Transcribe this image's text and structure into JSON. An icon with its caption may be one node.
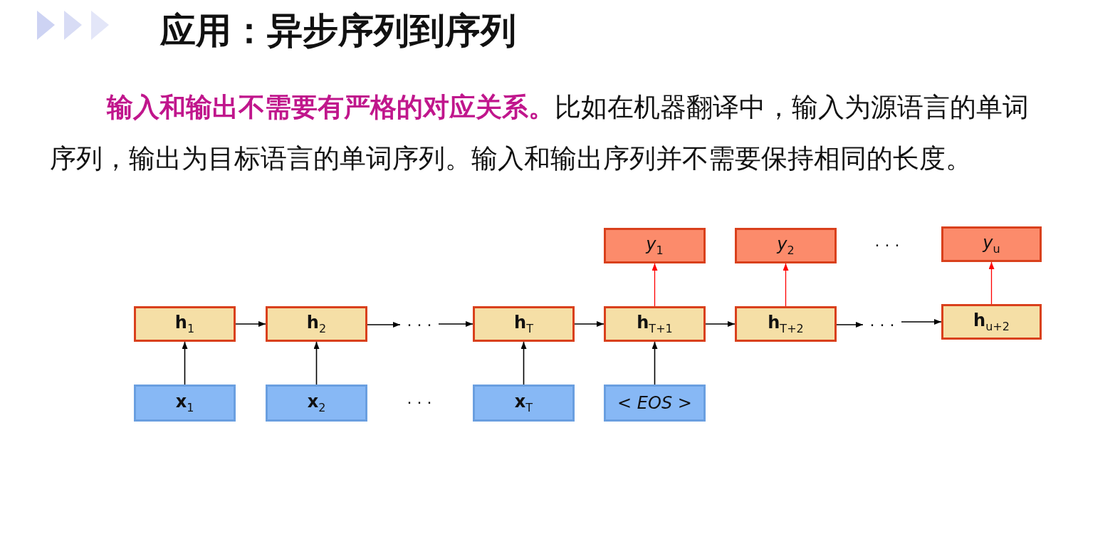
{
  "diagram": {
    "title": "应用：异步序列到序列",
    "nodes": [
      {
        "text": [
          "*y*$_{1}$"
        ]
      },
      {
        "text": [
          "*y*$_{2}$"
        ]
      },
      {
        "text": [
          "*y*$_{u}$"
        ]
      },
      {
        "text": [
          "**h**$_{1}$"
        ]
      },
      {
        "text": [
          "**h**$_{2}$"
        ]
      },
      {
        "text": [
          "· · ·"
        ]
      },
      {
        "text": [
          "**h**$_{T}$"
        ]
      },
      {
        "text": [
          "**h**$_{T+1}$"
        ]
      },
      {
        "text": [
          "**h**$_{T+2}$"
        ]
      },
      {
        "text": [
          "· · ·"
        ]
      },
      {
        "text": [
          "**h**$_{u+2}$"
        ]
      },
      {
        "text": [
          "**x**$_{1}$"
        ]
      },
      {
        "text": [
          "**x**$_{2}$"
        ]
      },
      {
        "text": [
          "**x**$_{T}$"
        ]
      },
      {
        "text": [
          "< *EOS* >"
        ]
      }
    ],
    "edges": [
      {
        "from": 7,
        "to": 0,
        "arrow": "to",
        "color": "#ff0000"
      },
      {
        "from": 8,
        "to": 1,
        "arrow": "to",
        "color": "#ff0000"
      },
      {
        "from": 10,
        "to": 2,
        "arrow": "to",
        "color": "#ff0000"
      },
      {
        "from": 3,
        "to": 4,
        "arrow": "to"
      },
      {
        "from": 4,
        "to": 5,
        "arrow": "to"
      },
      {
        "from": 5,
        "to": 6,
        "arrow": "to"
      },
      {
        "from": 6,
        "to": 7,
        "arrow": "to"
      },
      {
        "from": 7,
        "to": 8,
        "arrow": "to"
      },
      {
        "from": 8,
        "to": 9,
        "arrow": "to"
      },
      {
        "from": 9,
        "to": 10,
        "arrow": "to"
      },
      {
        "from": 11,
        "to": 3,
        "arrow": "to"
      },
      {
        "from": 12,
        "to": 4,
        "arrow": "to"
      },
      {
        "from": 13,
        "to": 6,
        "arrow": "to"
      },
      {
        "from": 14,
        "to": 7,
        "arrow": "to"
      }
    ],
    "labels": [
      "**输入和输出不需要有严格的对应关系。**比如在机器翻译中，输入为源语言的单词序列，输出为目标语言的单词序列。输入和输出序列并不需要保持相同的长度。",
      "· · ·",
      "· · ·"
    ]
  }
}
